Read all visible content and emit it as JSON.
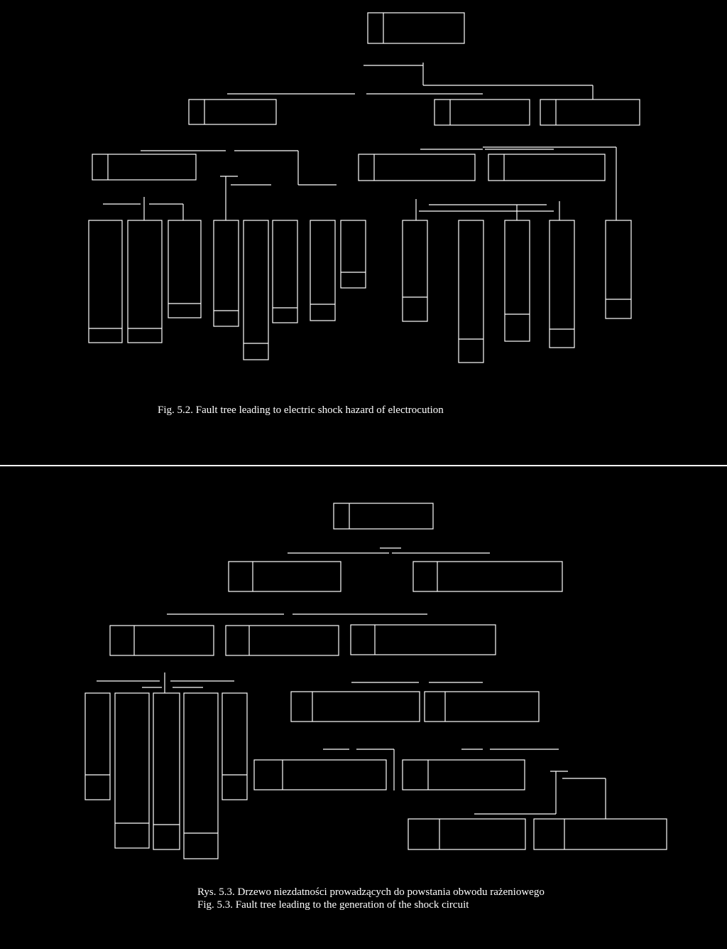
{
  "colors": {
    "background": "#000000",
    "line": "#ffffff",
    "text": "#ffffff"
  },
  "captions": {
    "fig_5_2": "Fig. 5.2. Fault tree leading to electric shock hazard of electrocution",
    "fig_5_3_pl": "Rys. 5.3. Drzewo niezdatności prowadzących do powstania obwodu rażeniowego",
    "fig_5_3_en": "Fig. 5.3. Fault tree leading to the generation of the shock circuit"
  }
}
